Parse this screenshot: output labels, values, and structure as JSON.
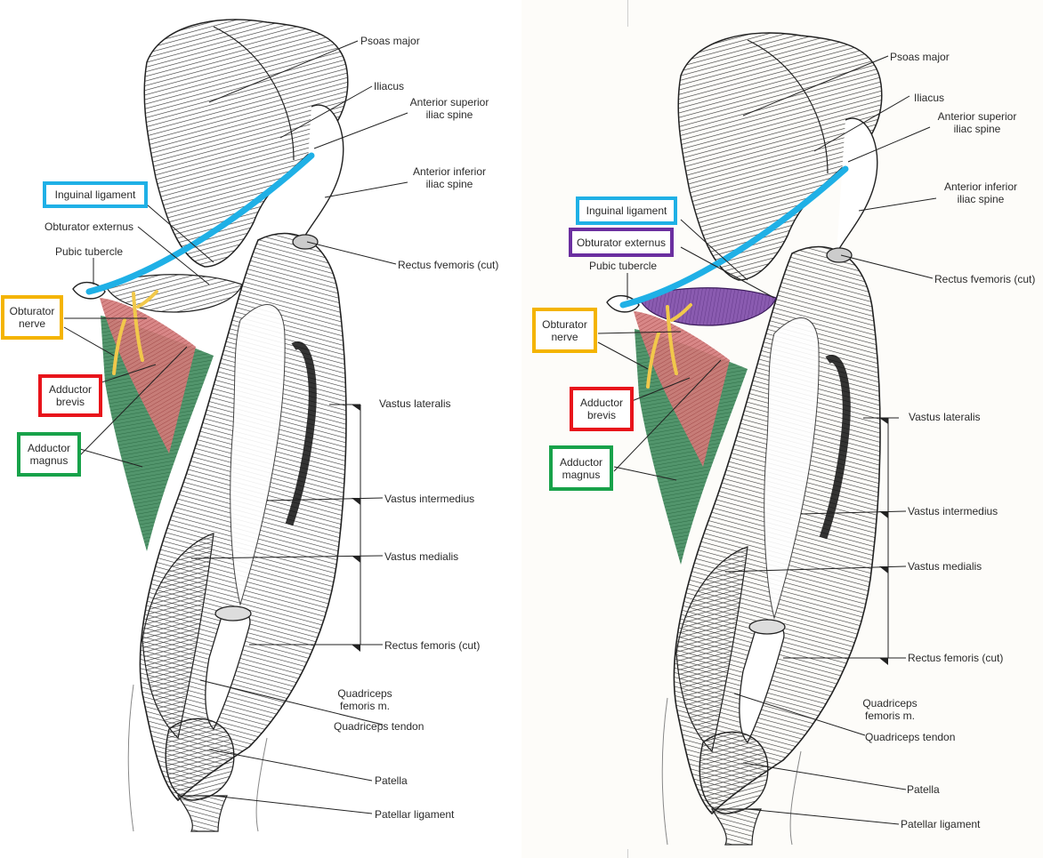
{
  "colors": {
    "inguinal": "#1fb0e6",
    "obturator_externus": "#6b2fa0",
    "obturator_nerve": "#f4b400",
    "adductor_brevis": "#e8141b",
    "adductor_magnus": "#18a24a",
    "nerve_fill": "#f1c84b",
    "brevis_fill": "#d47a7a",
    "magnus_fill": "#3f8a5c",
    "externus_fill": "#8a5bb0"
  },
  "left": {
    "psoas_major": "Psoas major",
    "iliacus": "Iliacus",
    "asis_line1": "Anterior superior",
    "asis_line2": "iliac spine",
    "aiis_line1": "Anterior inferior",
    "aiis_line2": "iliac spine",
    "inguinal_ligament": "Inguinal ligament",
    "obturator_externus": "Obturator externus",
    "pubic_tubercle": "Pubic tubercle",
    "rectus_femoris_cut_top": "Rectus fvemoris (cut)",
    "obturator_nerve_line1": "Obturator",
    "obturator_nerve_line2": "nerve",
    "adductor_brevis_line1": "Adductor",
    "adductor_brevis_line2": "brevis",
    "adductor_magnus_line1": "Adductor",
    "adductor_magnus_line2": "magnus",
    "vastus_lateralis": "Vastus lateralis",
    "vastus_intermedius": "Vastus intermedius",
    "vastus_medialis": "Vastus medialis",
    "rectus_femoris_cut": "Rectus femoris (cut)",
    "quadriceps_line1": "Quadriceps",
    "quadriceps_line2": "femoris m.",
    "quadriceps_tendon": "Quadriceps tendon",
    "patella": "Patella",
    "patellar_ligament": "Patellar ligament"
  },
  "right": {
    "psoas_major": "Psoas major",
    "iliacus": "Iliacus",
    "asis_line1": "Anterior superior",
    "asis_line2": "iliac spine",
    "aiis_line1": "Anterior inferior",
    "aiis_line2": "iliac spine",
    "inguinal_ligament": "Inguinal ligament",
    "obturator_externus": "Obturator externus",
    "pubic_tubercle": "Pubic tubercle",
    "rectus_femoris_cut_top": "Rectus fvemoris (cut)",
    "obturator_nerve_line1": "Obturator",
    "obturator_nerve_line2": "nerve",
    "adductor_brevis_line1": "Adductor",
    "adductor_brevis_line2": "brevis",
    "adductor_magnus_line1": "Adductor",
    "adductor_magnus_line2": "magnus",
    "vastus_lateralis": "Vastus lateralis",
    "vastus_intermedius": "Vastus intermedius",
    "vastus_medialis": "Vastus medialis",
    "rectus_femoris_cut": "Rectus femoris (cut)",
    "quadriceps_line1": "Quadriceps",
    "quadriceps_line2": "femoris m.",
    "quadriceps_tendon": "Quadriceps tendon",
    "patella": "Patella",
    "patellar_ligament": "Patellar ligament"
  }
}
